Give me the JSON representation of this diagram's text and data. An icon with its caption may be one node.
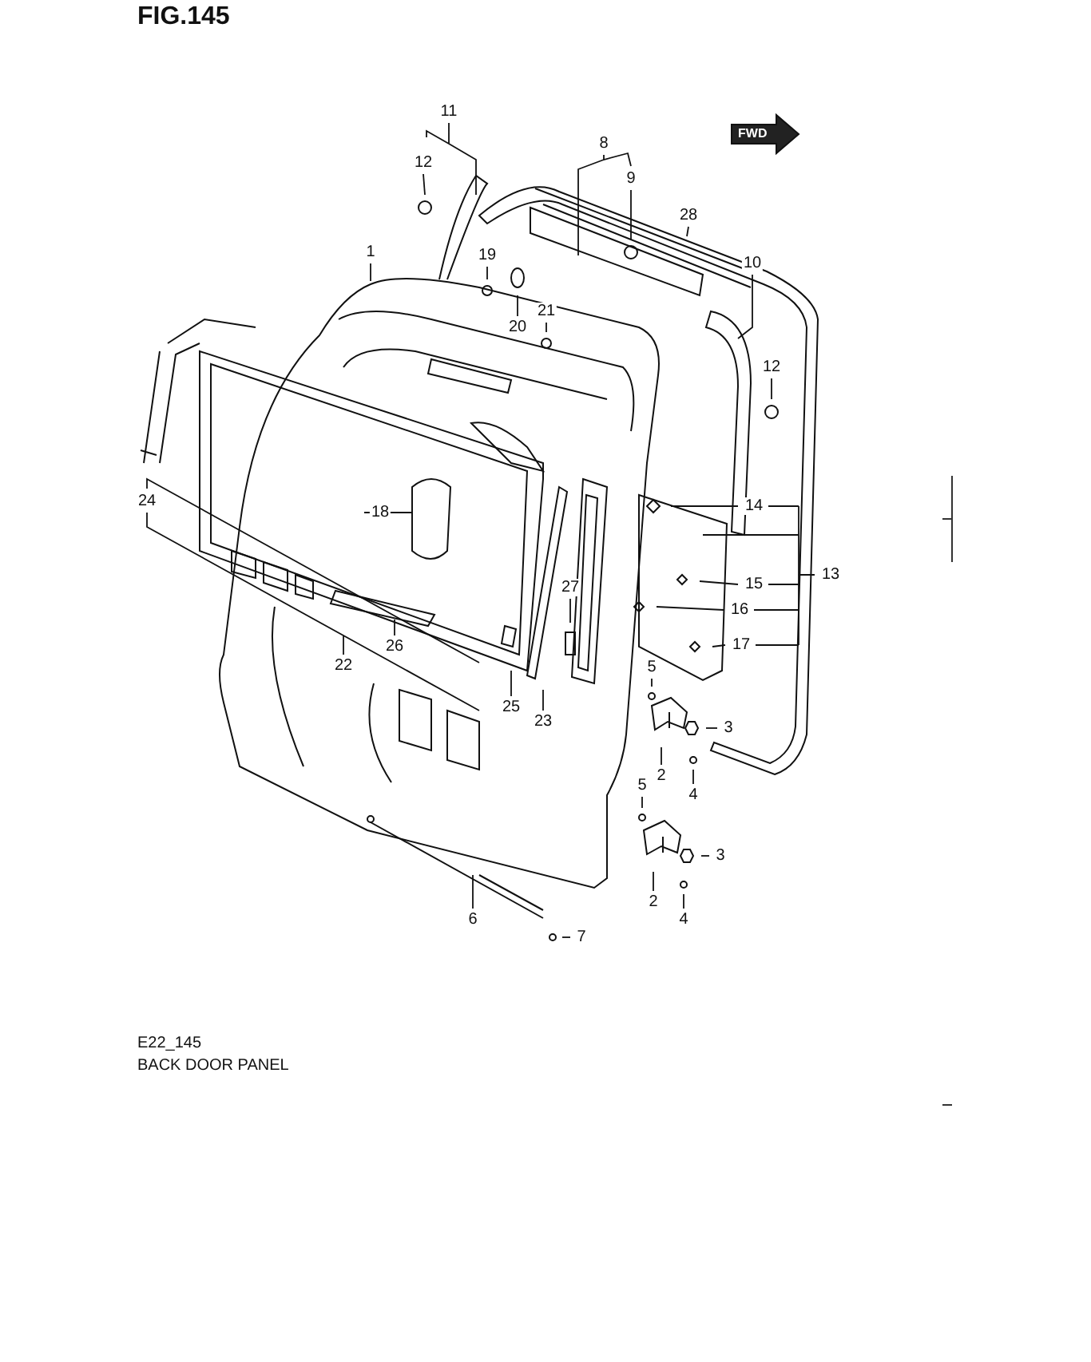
{
  "diagram": {
    "title": "FIG.145",
    "caption": "BACK DOOR PANEL",
    "nodes": [
      {
        "text": [
          "1"
        ]
      },
      {
        "text": [
          "11"
        ]
      },
      {
        "text": [
          "12"
        ]
      },
      {
        "text": [
          "19"
        ]
      },
      {
        "text": [
          "20"
        ]
      },
      {
        "text": [
          "21"
        ]
      },
      {
        "text": [
          "8"
        ]
      },
      {
        "text": [
          "9"
        ]
      },
      {
        "text": [
          "28"
        ]
      },
      {
        "text": [
          "10"
        ]
      },
      {
        "text": [
          "12"
        ]
      },
      {
        "text": [
          "24"
        ]
      },
      {
        "text": [
          "18"
        ]
      },
      {
        "text": [
          "14"
        ]
      },
      {
        "text": [
          "13"
        ]
      },
      {
        "text": [
          "15"
        ]
      },
      {
        "text": [
          "16"
        ]
      },
      {
        "text": [
          "17"
        ]
      },
      {
        "text": [
          "27"
        ]
      },
      {
        "text": [
          "26"
        ]
      },
      {
        "text": [
          "22"
        ]
      },
      {
        "text": [
          "25"
        ]
      },
      {
        "text": [
          "23"
        ]
      },
      {
        "text": [
          "5"
        ]
      },
      {
        "text": [
          "3"
        ]
      },
      {
        "text": [
          "2"
        ]
      },
      {
        "text": [
          "4"
        ]
      },
      {
        "text": [
          "5"
        ]
      },
      {
        "text": [
          "3"
        ]
      },
      {
        "text": [
          "2"
        ]
      },
      {
        "text": [
          "4"
        ]
      },
      {
        "text": [
          "6"
        ]
      },
      {
        "text": [
          "7"
        ]
      }
    ],
    "edges": [
      {
        "from": 0,
        "to": null,
        "arrow": "none"
      },
      {
        "from": 1,
        "to": null,
        "arrow": "none"
      },
      {
        "from": 2,
        "to": null,
        "arrow": "none"
      },
      {
        "from": 3,
        "to": null,
        "arrow": "none"
      },
      {
        "from": 4,
        "to": null,
        "arrow": "none"
      },
      {
        "from": 5,
        "to": null,
        "arrow": "none"
      },
      {
        "from": 6,
        "to": null,
        "arrow": "none"
      },
      {
        "from": 7,
        "to": null,
        "arrow": "none"
      },
      {
        "from": 8,
        "to": null,
        "arrow": "none"
      },
      {
        "from": 9,
        "to": null,
        "arrow": "none"
      },
      {
        "from": 10,
        "to": null,
        "arrow": "none"
      },
      {
        "from": 11,
        "to": null,
        "arrow": "none"
      },
      {
        "from": 12,
        "to": null,
        "arrow": "none"
      },
      {
        "from": 13,
        "to": null,
        "arrow": "none"
      },
      {
        "from": 14,
        "to": null,
        "arrow": "none"
      },
      {
        "from": 15,
        "to": null,
        "arrow": "none"
      },
      {
        "from": 16,
        "to": null,
        "arrow": "none"
      },
      {
        "from": 17,
        "to": null,
        "arrow": "none"
      },
      {
        "from": 18,
        "to": null,
        "arrow": "none"
      },
      {
        "from": 19,
        "to": null,
        "arrow": "none"
      },
      {
        "from": 20,
        "to": null,
        "arrow": "none"
      },
      {
        "from": 21,
        "to": null,
        "arrow": "none"
      },
      {
        "from": 22,
        "to": null,
        "arrow": "none"
      },
      {
        "from": 23,
        "to": null,
        "arrow": "none"
      },
      {
        "from": 24,
        "to": null,
        "arrow": "none"
      },
      {
        "from": 25,
        "to": null,
        "arrow": "none"
      },
      {
        "from": 26,
        "to": null,
        "arrow": "none"
      },
      {
        "from": 27,
        "to": null,
        "arrow": "none"
      },
      {
        "from": 28,
        "to": null,
        "arrow": "none"
      },
      {
        "from": 29,
        "to": null,
        "arrow": "none"
      },
      {
        "from": 30,
        "to": null,
        "arrow": "none"
      },
      {
        "from": 31,
        "to": null,
        "arrow": "none"
      },
      {
        "from": 32,
        "to": null,
        "arrow": "none"
      }
    ],
    "labels": [
      "FWD",
      "E22_145"
    ]
  }
}
